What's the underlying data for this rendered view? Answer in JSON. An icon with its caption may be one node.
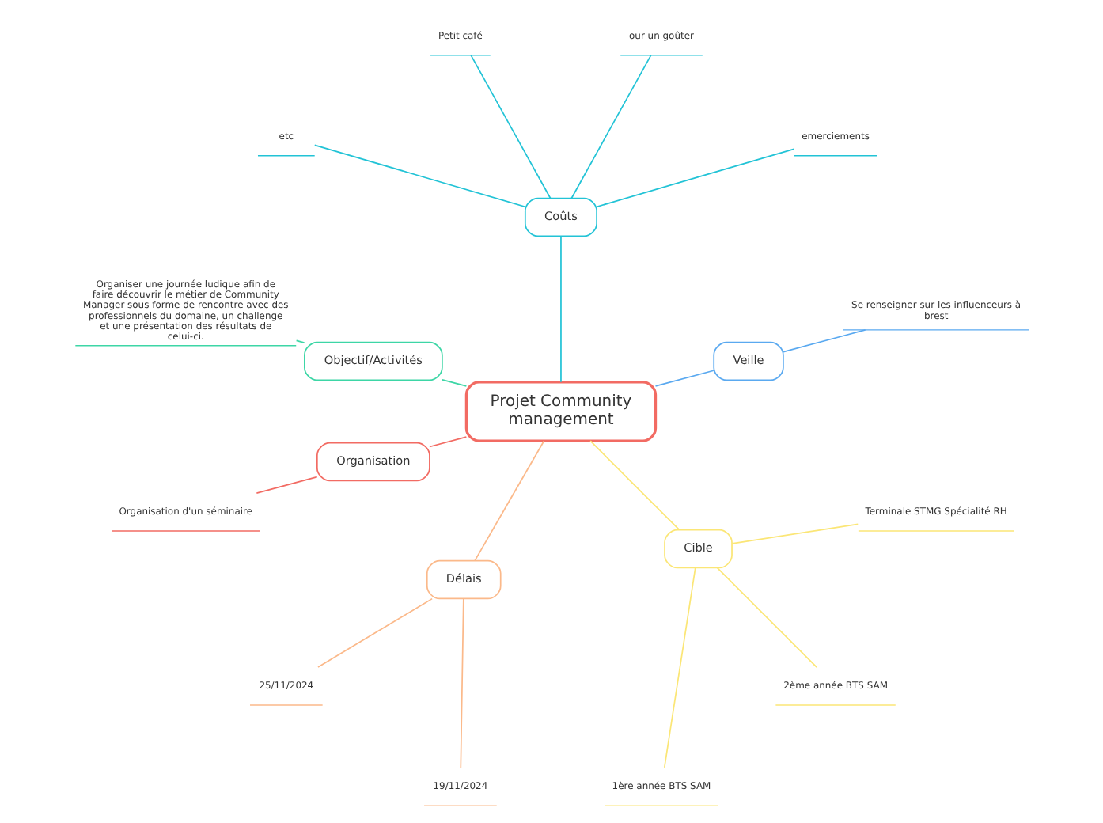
{
  "diagram": {
    "nodes": [
      {
        "text": [
          "Projet Community management"
        ]
      },
      {
        "text": [
          "Veille"
        ]
      },
      {
        "text": [
          "Se renseigner sur les influenceurs à brest"
        ]
      },
      {
        "text": [
          "Coûts"
        ]
      },
      {
        "text": [
          "emerciements"
        ]
      },
      {
        "text": [
          "our un goûter"
        ]
      },
      {
        "text": [
          "Petit café"
        ]
      },
      {
        "text": [
          "etc"
        ]
      },
      {
        "text": [
          "Objectif/Activités"
        ]
      },
      {
        "text": [
          "Organiser une journée ludique afin de faire découvrir le métier de Community Manager sous forme de rencontre avec des professionnels du domaine, un challenge et une présentation des résultats de celui-ci."
        ]
      },
      {
        "text": [
          "Organisation"
        ]
      },
      {
        "text": [
          "Organisation d'un séminaire"
        ]
      },
      {
        "text": [
          "Délais"
        ]
      },
      {
        "text": [
          "25/11/2024"
        ]
      },
      {
        "text": [
          "19/11/2024"
        ]
      },
      {
        "text": [
          "Cible"
        ]
      },
      {
        "text": [
          "1ère année BTS SAM"
        ]
      },
      {
        "text": [
          "2ème année BTS SAM"
        ]
      },
      {
        "text": [
          "Terminale STMG Spécialité RH"
        ]
      }
    ],
    "edges": [
      {
        "from": 0,
        "to": 1,
        "arrow": "none",
        "color": "#5aa9f0"
      },
      {
        "from": 1,
        "to": 2,
        "arrow": "none",
        "color": "#5aa9f0"
      },
      {
        "from": 0,
        "to": 3,
        "arrow": "none",
        "color": "#22c3d6"
      },
      {
        "from": 3,
        "to": 4,
        "arrow": "none",
        "color": "#22c3d6"
      },
      {
        "from": 3,
        "to": 5,
        "arrow": "none",
        "color": "#22c3d6"
      },
      {
        "from": 3,
        "to": 6,
        "arrow": "none",
        "color": "#22c3d6"
      },
      {
        "from": 3,
        "to": 7,
        "arrow": "none",
        "color": "#22c3d6"
      },
      {
        "from": 0,
        "to": 8,
        "arrow": "none",
        "color": "#3dd6a6"
      },
      {
        "from": 8,
        "to": 9,
        "arrow": "none",
        "color": "#3dd6a6"
      },
      {
        "from": 0,
        "to": 10,
        "arrow": "none",
        "color": "#f26b63"
      },
      {
        "from": 10,
        "to": 11,
        "arrow": "none",
        "color": "#f26b63"
      },
      {
        "from": 0,
        "to": 12,
        "arrow": "none",
        "color": "#fbb98a"
      },
      {
        "from": 12,
        "to": 13,
        "arrow": "none",
        "color": "#fbb98a"
      },
      {
        "from": 12,
        "to": 14,
        "arrow": "none",
        "color": "#fbb98a"
      },
      {
        "from": 0,
        "to": 15,
        "arrow": "none",
        "color": "#fbe676"
      },
      {
        "from": 15,
        "to": 16,
        "arrow": "none",
        "color": "#fbe676"
      },
      {
        "from": 15,
        "to": 17,
        "arrow": "none",
        "color": "#fbe676"
      },
      {
        "from": 15,
        "to": 18,
        "arrow": "none",
        "color": "#fbe676"
      }
    ]
  }
}
